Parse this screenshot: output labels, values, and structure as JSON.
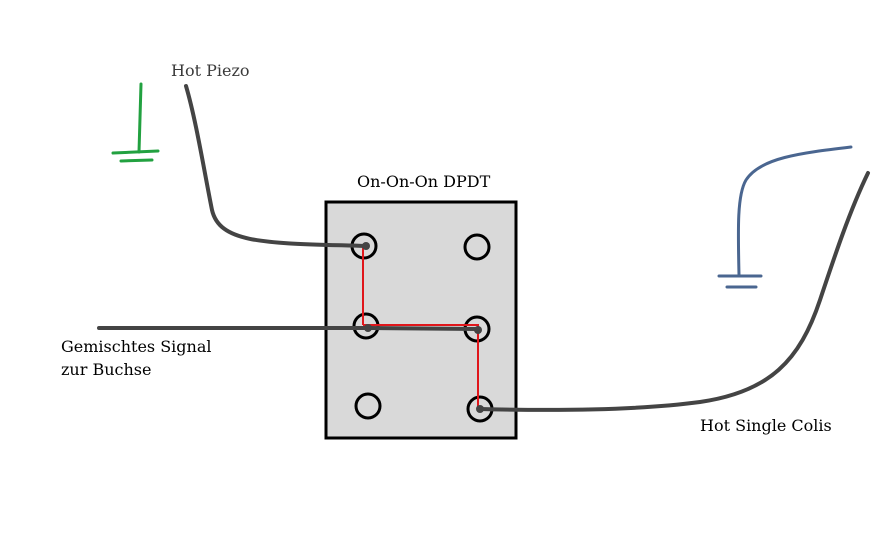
{
  "labels": {
    "hot_piezo": "Hot Piezo",
    "switch_title": "On-On-On DPDT",
    "mixed_signal_line1": "Gemischtes Signal",
    "mixed_signal_line2": "zur Buchse",
    "hot_single_coils": "Hot Single Colis"
  },
  "colors": {
    "wire": "#444444",
    "jumper": "#e0161b",
    "switch_body": "#d9d9d9",
    "switch_border": "#000000",
    "piezo_ground": "#22a140",
    "coil_ground": "#4a6690"
  },
  "switch": {
    "lugs": 6
  }
}
